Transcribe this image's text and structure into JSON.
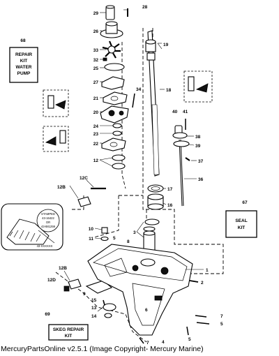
{
  "callouts": {
    "n29": "29",
    "n28": "28",
    "n26": "26",
    "n33": "33",
    "n32": "32",
    "n25": "25",
    "n27": "27",
    "n34": "34",
    "n21": "21",
    "n20": "20",
    "n24": "24",
    "n23": "23",
    "n22": "22",
    "n12": "12",
    "n19": "19",
    "n18": "18",
    "n40": "40",
    "n41": "41",
    "n38": "38",
    "n39": "39",
    "n37": "37",
    "n36": "36",
    "n17": "17",
    "n16": "16",
    "n12C": "12C",
    "n12B_top": "12B",
    "n10": "10",
    "n11": "11",
    "n3": "3",
    "n5": "5",
    "n8": "8",
    "n1": "1",
    "n2": "2",
    "n12B_low": "12B",
    "n12D": "12D",
    "n9": "9",
    "n15": "15",
    "n13": "13",
    "n14": "14",
    "n7a": "7",
    "n5b": "5",
    "n5c": "5",
    "n7b": "7",
    "n6": "6",
    "n4": "4"
  },
  "kits": {
    "water_pump": {
      "number": "68",
      "line1": "REPAIR",
      "line2": "KIT",
      "line3": "WATER",
      "line4": "PUMP"
    },
    "seal": {
      "number": "67",
      "line1": "SEAL",
      "line2": "KIT"
    },
    "skeg": {
      "number": "69",
      "line1": "SKEG REPAIR",
      "line2": "KIT"
    }
  },
  "stamp_inset": {
    "line1": "STAMPED",
    "line2": "43-16422",
    "line3": "OR",
    "line4": "43-881259",
    "gear_mark": "43-XXXXXX"
  },
  "caption": "MercuryPartsOnline v2.5.1 (Image Copyright- Mercury Marine)"
}
